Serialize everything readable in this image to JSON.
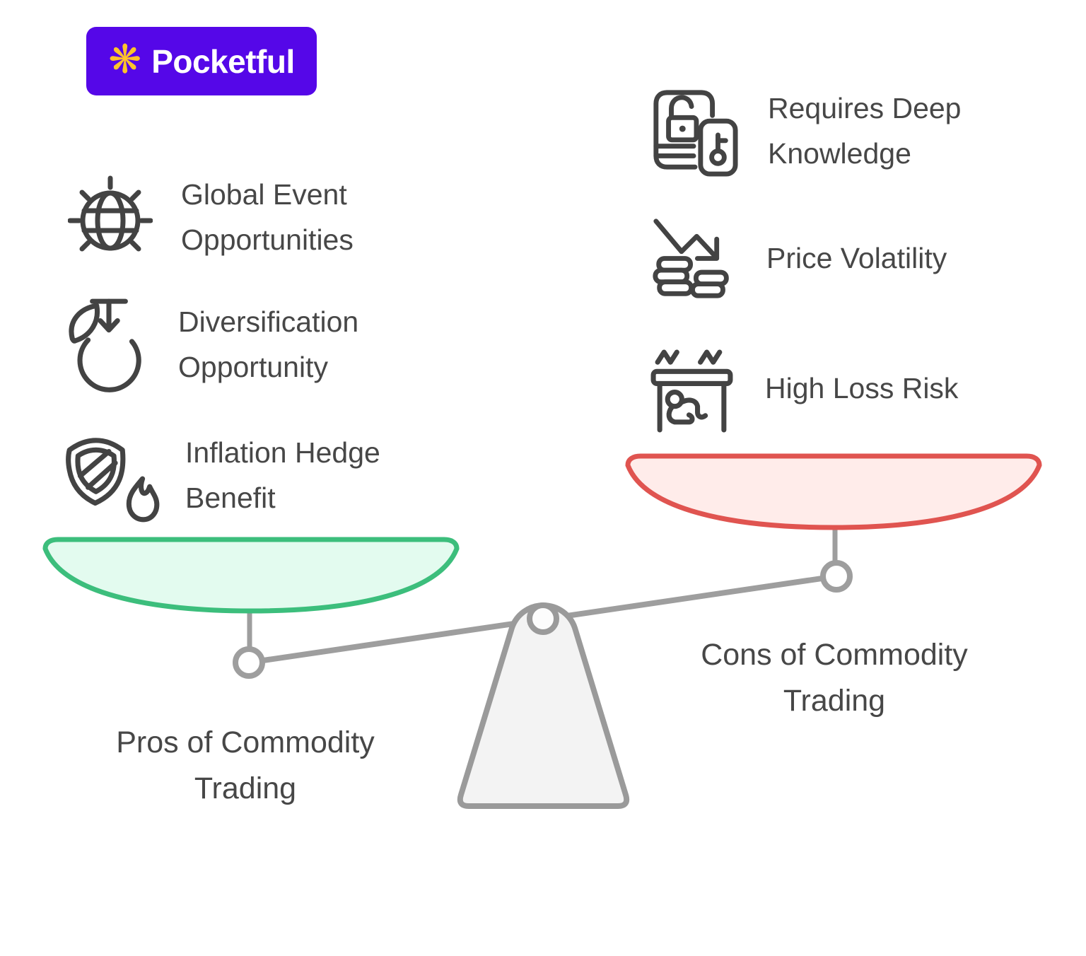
{
  "brand": {
    "name": "Pocketful",
    "logo_bg": "#5507E8",
    "logo_icon": "flower-asterisk-icon",
    "logo_icon_glyph": "❋",
    "logo_icon_color": "#FFC32B"
  },
  "pros": {
    "pan_label": "Pros of Commodity\nTrading",
    "pan_fill": "#E3FBEF",
    "pan_stroke": "#3CBE7C",
    "items": [
      {
        "icon": "globe-rays-icon",
        "label": "Global Event\nOpportunities"
      },
      {
        "icon": "fruit-harvest-icon",
        "label": "Diversification\nOpportunity"
      },
      {
        "icon": "shield-flame-icon",
        "label": "Inflation Hedge\nBenefit"
      }
    ]
  },
  "cons": {
    "pan_label": "Cons of Commodity\nTrading",
    "pan_fill": "#FFECEA",
    "pan_stroke": "#E05450",
    "items": [
      {
        "icon": "locked-book-key-icon",
        "label": "Requires Deep\nKnowledge"
      },
      {
        "icon": "falling-price-coins-icon",
        "label": "Price Volatility"
      },
      {
        "icon": "person-under-table-icon",
        "label": "High Loss Risk"
      }
    ]
  },
  "scale": {
    "beam_color": "#9E9E9E",
    "pivot_fill": "#FFFFFF",
    "fulcrum_fill": "#F3F3F3",
    "fulcrum_stroke": "#9A9A9A",
    "hole_fill": "#FCFCFC"
  },
  "colors": {
    "text": "#474747",
    "icon_stroke": "#434343"
  }
}
